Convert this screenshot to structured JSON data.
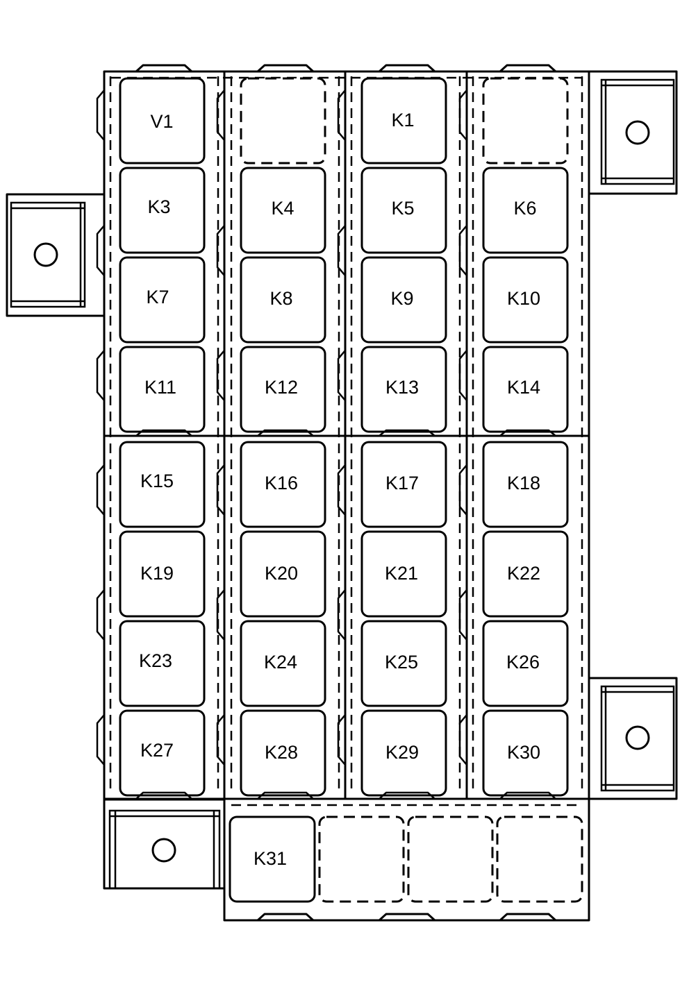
{
  "upper_block": {
    "rows": [
      [
        "V1",
        "",
        "K1",
        ""
      ],
      [
        "K3",
        "K4",
        "K5",
        "K6"
      ],
      [
        "K7",
        "K8",
        "K9",
        "K10"
      ],
      [
        "K11",
        "K12",
        "K13",
        "K14"
      ]
    ]
  },
  "middle_block": {
    "rows": [
      [
        "K15",
        "K16",
        "K17",
        "K18"
      ],
      [
        "K19",
        "K20",
        "K21",
        "K22"
      ],
      [
        "K23",
        "K24",
        "K25",
        "K26"
      ],
      [
        "K27",
        "K28",
        "K29",
        "K30"
      ]
    ]
  },
  "bottom_block": {
    "slots": [
      "K31",
      "",
      "",
      ""
    ]
  }
}
